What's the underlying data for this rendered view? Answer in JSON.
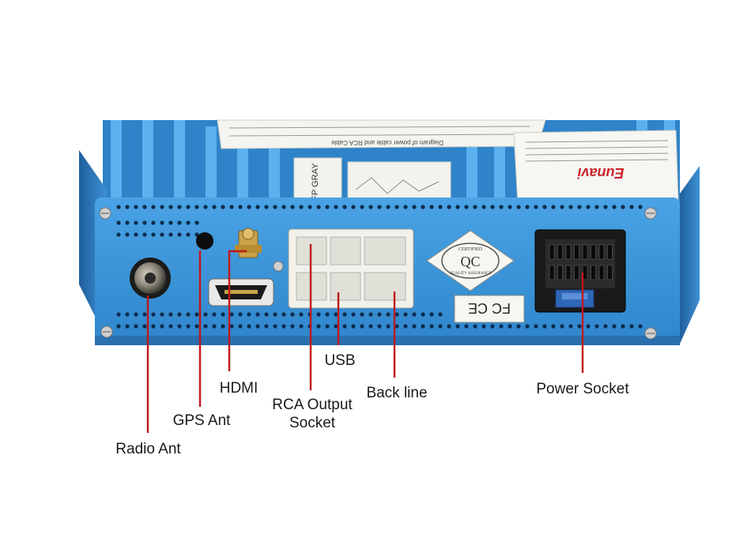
{
  "callouts": {
    "radio_ant": "Radio Ant",
    "gps_ant": "GPS Ant",
    "hdmi": "HDMI",
    "rca_output_socket": "RCA Output Socket",
    "usb": "USB",
    "back_line": "Back line",
    "power_socket": "Power Socket"
  },
  "device_markings": {
    "brand_logo": "Eunavi",
    "qc_seal_top": "CERTIFIED",
    "qc_seal_center": "QC",
    "qc_seal_bottom": "QUALITY ASSURANCE",
    "ce_mark": "FC CE",
    "sticker_text": "Diagram of power cable and RCA Cable",
    "connector_tag": "NO FP GRAY"
  },
  "colors": {
    "chassis": "#3d95d8",
    "chassis_dark": "#2a73b5",
    "callout_line": "#c0171b",
    "label_text": "#1a1a1a"
  }
}
